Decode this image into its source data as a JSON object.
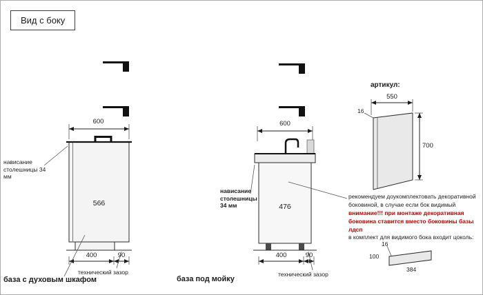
{
  "title": "Вид с боку",
  "colors": {
    "line": "#1c1c1c",
    "warning": "#cc0000",
    "panel_fill": "#e9e9e9"
  },
  "oven_base": {
    "caption": "база с духовым шкафом",
    "top_width": "600",
    "body_height": "566",
    "overhang_label": "нависание столешницы 34 мм",
    "plinth_depth": "400",
    "gap_depth": "90",
    "tech_gap": "технический зазор"
  },
  "sink_base": {
    "caption": "база под мойку",
    "top_width": "600",
    "body_height": "476",
    "overhang_label": "нависание столешницы 34 мм",
    "plinth_depth": "400",
    "gap_depth": "90",
    "tech_gap": "технический зазор"
  },
  "side_panel": {
    "heading": "артикул:",
    "width": "550",
    "thickness": "16",
    "height": "700",
    "note1": "рекомендуем доукомплектовать декоративной боковиной, в случае если бок видимый",
    "warning": "внимание!!! при монтаже декоративная боковина ставится вместо боковины базы лдсп",
    "note2": "в комплект для видимого бока входит цоколь:"
  },
  "plinth_part": {
    "height": "100",
    "thickness": "16",
    "length": "384"
  }
}
